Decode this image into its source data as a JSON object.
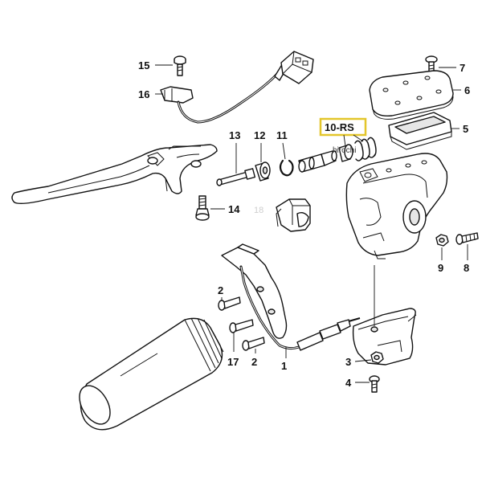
{
  "watermark": "hirochi",
  "highlight_color": "#e3c62b",
  "line_color": "#111111",
  "labels": {
    "p1": "1",
    "p2a": "2",
    "p2b": "2",
    "p3": "3",
    "p4": "4",
    "p5": "5",
    "p6": "6",
    "p7": "7",
    "p8": "8",
    "p9": "9",
    "p10": "10-RS",
    "p11": "11",
    "p12": "12",
    "p13": "13",
    "p14": "14",
    "p15": "15",
    "p16": "16",
    "p17": "17",
    "p18": "18"
  }
}
